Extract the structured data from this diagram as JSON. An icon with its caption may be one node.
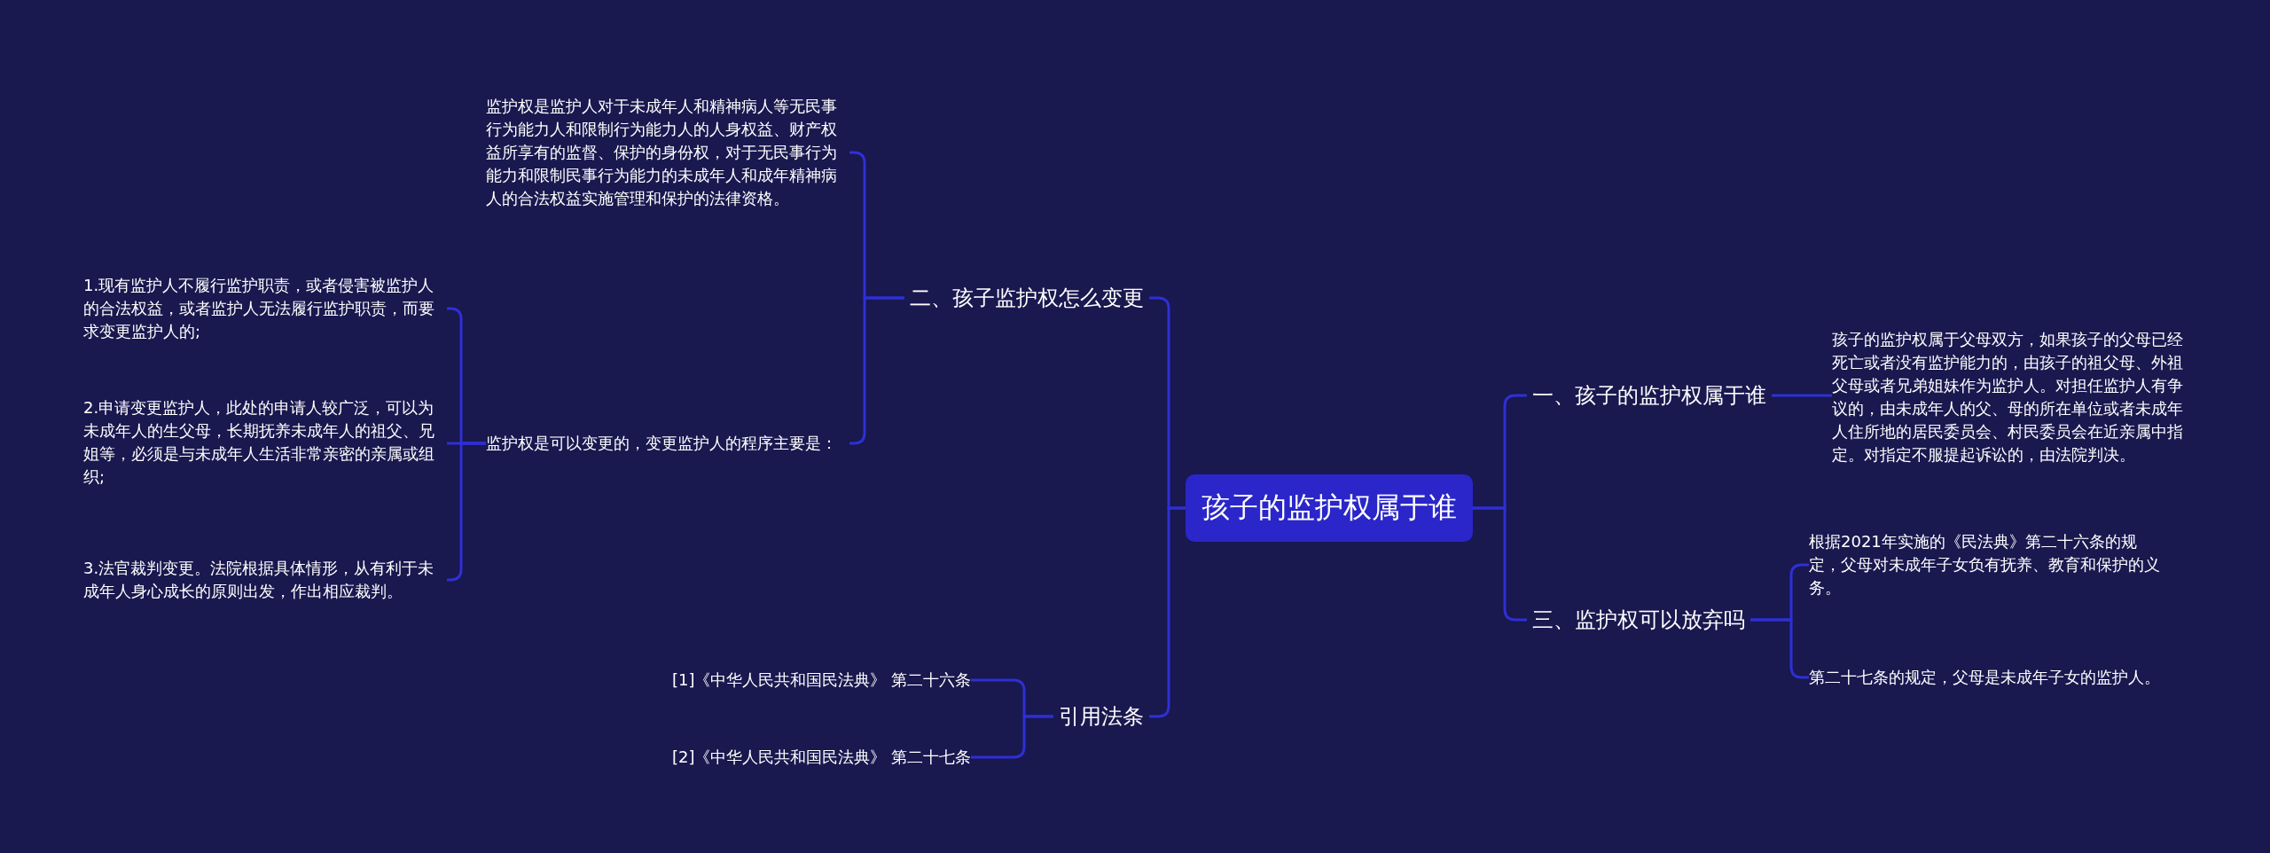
{
  "diagram": {
    "nodes": [
      {
        "text": [
          "孩子的监护权属于谁"
        ]
      },
      {
        "text": [
          "一、孩子的监护权属于谁"
        ]
      },
      {
        "text": [
          "孩子的监护权属于父母双方，如果孩子的父母已经死亡或者没有监护能力的，由孩子的祖父母、外祖父母或者兄弟姐妹作为监护人。对担任监护人有争议的，由未成年人的父、母的所在单位或者未成年人住所地的居民委员会、村民委员会在近亲属中指定。对指定不服提起诉讼的，由法院判决。"
        ]
      },
      {
        "text": [
          "三、监护权可以放弃吗"
        ]
      },
      {
        "text": [
          "根据2021年实施的《民法典》第二十六条的规定，父母对未成年子女负有抚养、教育和保护的义务。"
        ]
      },
      {
        "text": [
          "第二十七条的规定，父母是未成年子女的监护人。"
        ]
      },
      {
        "text": [
          "二、孩子监护权怎么变更"
        ]
      },
      {
        "text": [
          "监护权是监护人对于未成年人和精神病人等无民事行为能力人和限制行为能力人的人身权益、财产权益所享有的监督、保护的身份权，对于无民事行为能力和限制民事行为能力的未成年人和成年精神病人的合法权益实施管理和保护的法律资格。"
        ]
      },
      {
        "text": [
          "监护权是可以变更的，变更监护人的程序主要是："
        ]
      },
      {
        "text": [
          "1.现有监护人不履行监护职责，或者侵害被监护人的合法权益，或者监护人无法履行监护职责，而要求变更监护人的;"
        ]
      },
      {
        "text": [
          "2.申请变更监护人，此处的申请人较广泛，可以为未成年人的生父母，长期抚养未成年人的祖父、兄姐等，必须是与未成年人生活非常亲密的亲属或组织;"
        ]
      },
      {
        "text": [
          "3.法官裁判变更。法院根据具体情形，从有利于未成年人身心成长的原则出发，作出相应裁判。"
        ]
      },
      {
        "text": [
          "引用法条"
        ]
      },
      {
        "text": [
          "[1]《中华人民共和国民法典》 第二十六条"
        ]
      },
      {
        "text": [
          "[2]《中华人民共和国民法典》 第二十七条"
        ]
      }
    ],
    "edges": [
      {
        "from": 0,
        "to": 1,
        "arrow": "none"
      },
      {
        "from": 1,
        "to": 2,
        "arrow": "none"
      },
      {
        "from": 0,
        "to": 3,
        "arrow": "none"
      },
      {
        "from": 3,
        "to": 4,
        "arrow": "none"
      },
      {
        "from": 3,
        "to": 5,
        "arrow": "none"
      },
      {
        "from": 0,
        "to": 6,
        "arrow": "none"
      },
      {
        "from": 6,
        "to": 7,
        "arrow": "none"
      },
      {
        "from": 6,
        "to": 8,
        "arrow": "none"
      },
      {
        "from": 8,
        "to": 9,
        "arrow": "none"
      },
      {
        "from": 8,
        "to": 10,
        "arrow": "none"
      },
      {
        "from": 8,
        "to": 11,
        "arrow": "none"
      },
      {
        "from": 0,
        "to": 12,
        "arrow": "none"
      },
      {
        "from": 12,
        "to": 13,
        "arrow": "none"
      },
      {
        "from": 12,
        "to": 14,
        "arrow": "none"
      }
    ]
  }
}
